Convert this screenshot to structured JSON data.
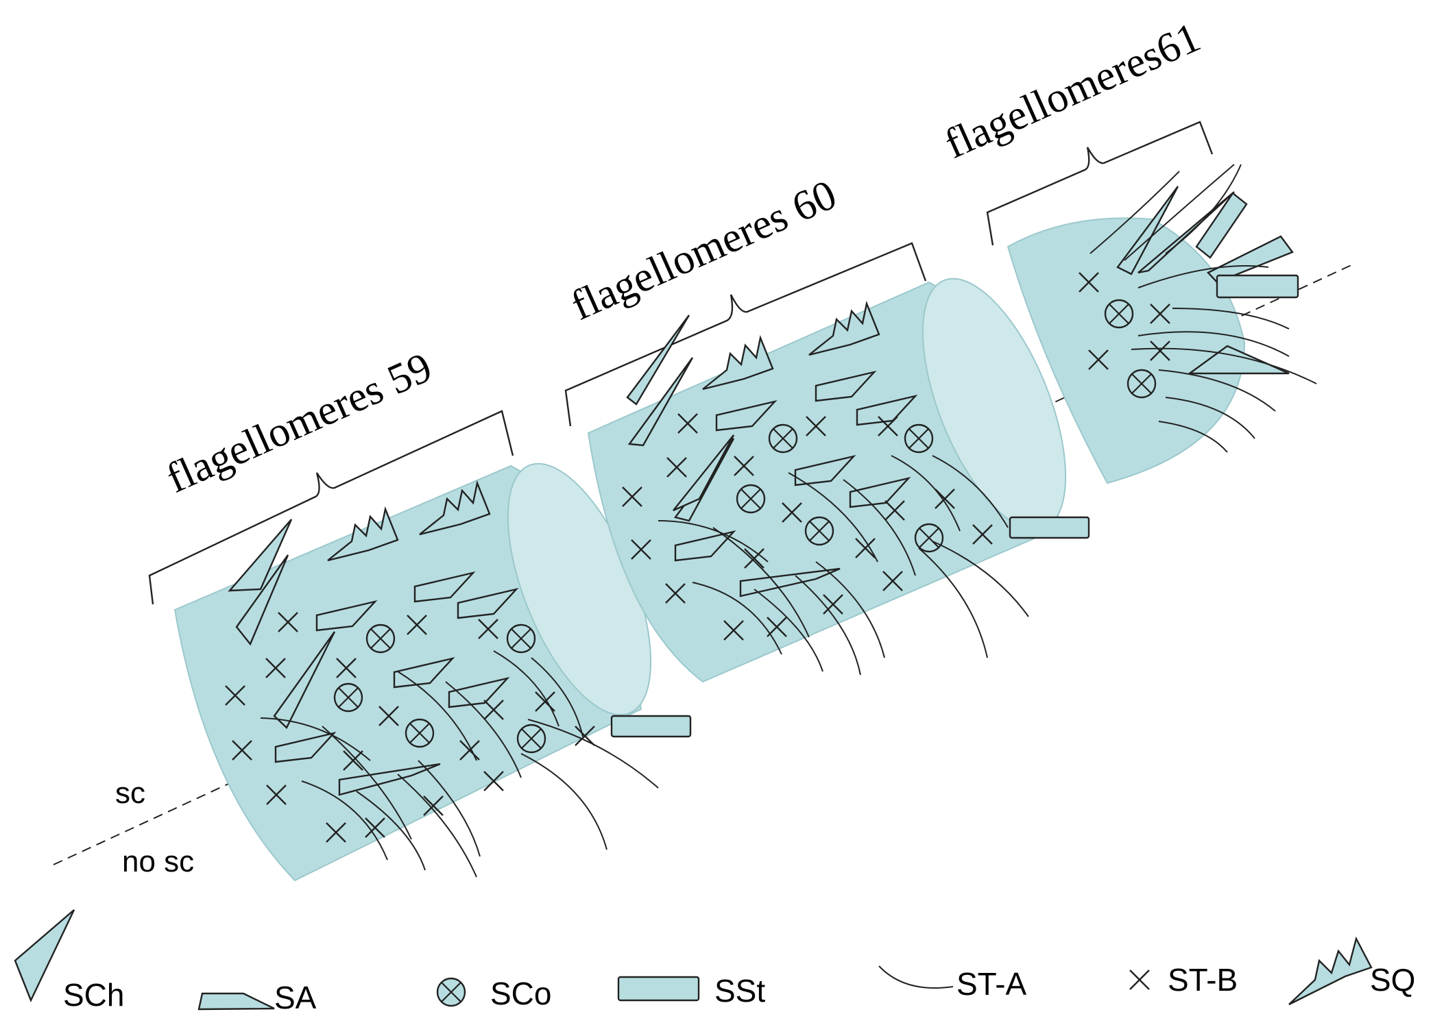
{
  "segments": [
    {
      "label": "flagellomeres 59"
    },
    {
      "label": "flagellomeres 60"
    },
    {
      "label": "flagellomeres61"
    }
  ],
  "side_labels": {
    "upper": "sc",
    "lower": "no sc"
  },
  "legend": [
    {
      "symbol": "sch-icon",
      "label": "SCh"
    },
    {
      "symbol": "sa-icon",
      "label": "SA"
    },
    {
      "symbol": "sco-icon",
      "label": "SCo"
    },
    {
      "symbol": "sst-icon",
      "label": "SSt"
    },
    {
      "symbol": "st-a-icon",
      "label": "ST-A"
    },
    {
      "symbol": "st-b-icon",
      "label": "ST-B"
    },
    {
      "symbol": "sq-icon",
      "label": "SQ"
    }
  ],
  "colors": {
    "fill": "#b7dde0",
    "end_cap": "#cfe8ea",
    "line": "#222222"
  }
}
